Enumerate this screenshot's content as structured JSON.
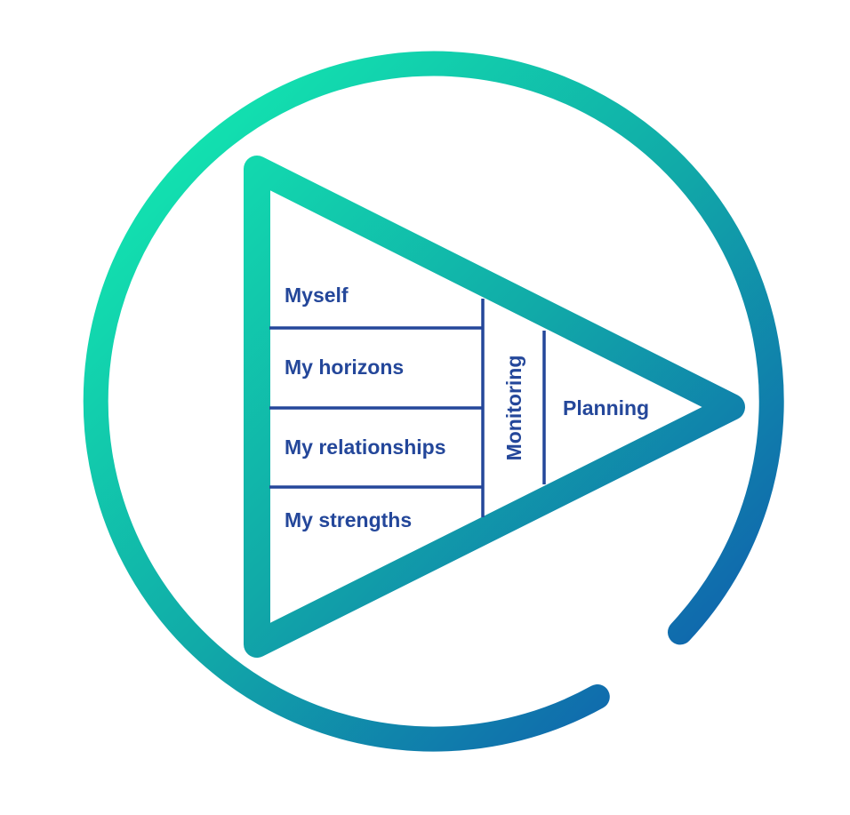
{
  "diagram": {
    "sections": [
      "Myself",
      "My horizons",
      "My relationships",
      "My strengths"
    ],
    "monitoring": "Monitoring",
    "planning": "Planning"
  },
  "colors": {
    "gradient_start": "#12e6b0",
    "gradient_mid": "#11aaa8",
    "gradient_end": "#1060ae",
    "text": "#24479a",
    "divider": "#24479a"
  },
  "icons": {
    "outer_ring": "open-circle-arrow-icon",
    "play": "play-triangle-icon"
  }
}
